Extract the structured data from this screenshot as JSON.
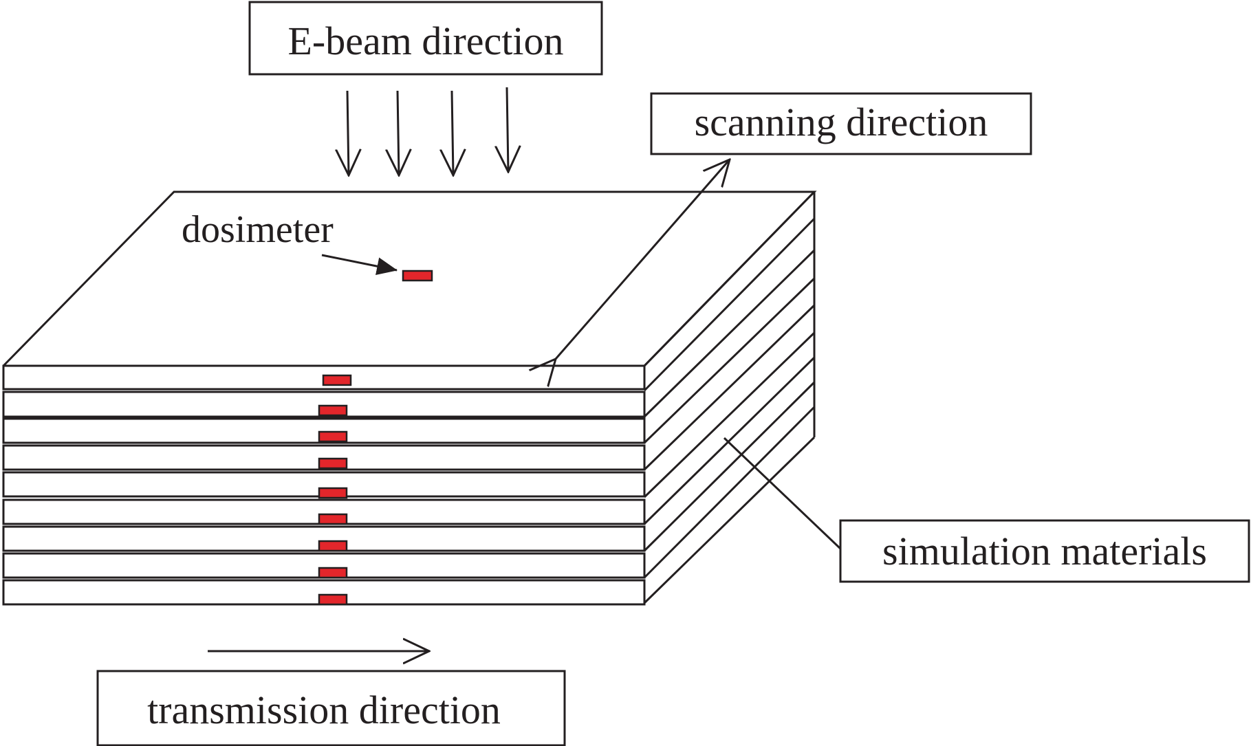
{
  "labels": {
    "ebeam": "E-beam direction",
    "scanning": "scanning direction",
    "dosimeter": "dosimeter",
    "simulation": "simulation materials",
    "transmission": "transmission direction"
  },
  "colors": {
    "line": "#231f20",
    "dosimeter": "#e3262b",
    "background": "#ffffff"
  },
  "layers": 9
}
